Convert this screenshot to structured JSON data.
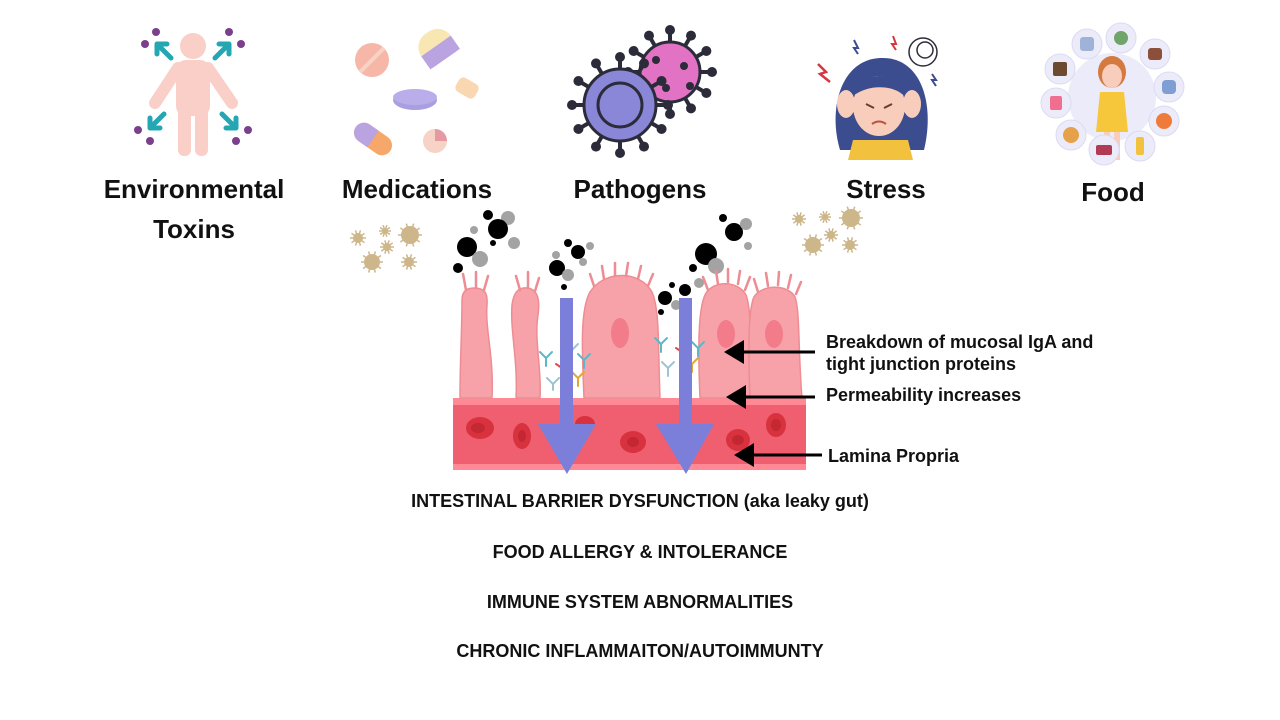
{
  "categories": [
    {
      "line1": "Environmental",
      "line2": "Toxins",
      "icon": "person-toxin-icon"
    },
    {
      "line1": "Medications",
      "icon": "pills-icon"
    },
    {
      "line1": "Pathogens",
      "icon": "virus-icon"
    },
    {
      "line1": "Stress",
      "icon": "stressed-woman-icon"
    },
    {
      "line1": "Food",
      "icon": "food-woman-icon"
    }
  ],
  "annotations": {
    "breakdown_line1": "Breakdown of mucosal IgA and",
    "breakdown_line2": "tight junction proteins",
    "permeability": "Permeability increases",
    "lamina": "Lamina Propria"
  },
  "outcomes": [
    "INTESTINAL BARRIER DYSFUNCTION (aka leaky gut)",
    "FOOD ALLERGY & INTOLERANCE",
    "IMMUNE SYSTEM ABNORMALITIES",
    "CHRONIC INFLAMMAITON/AUTOIMMUNTY"
  ],
  "colors": {
    "villi": "#f7a2a8",
    "villi_stroke": "#ee8c93",
    "tissue": "#f05f70",
    "blood_cell": "#d7323d",
    "arrow": "#7b7fd9",
    "particle_dark": "#000000",
    "particle_grey": "#a3a3a3",
    "pollen": "#cdb78a"
  }
}
